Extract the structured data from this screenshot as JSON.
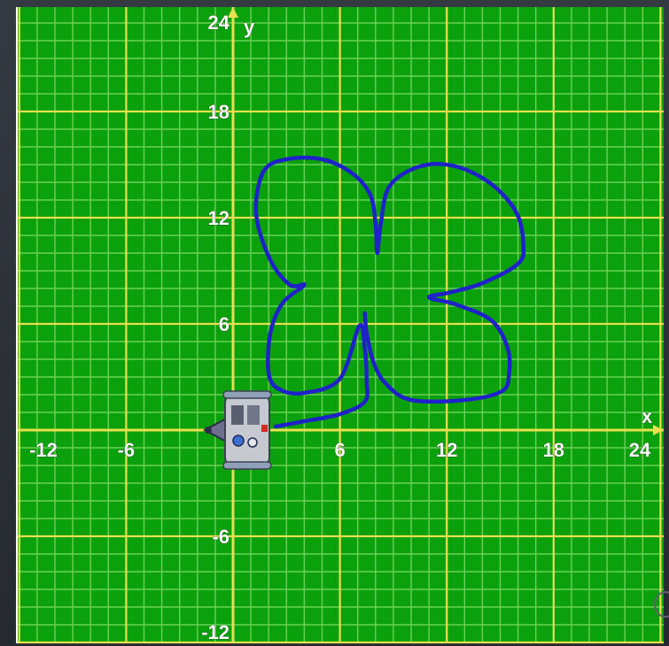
{
  "chart_data": {
    "type": "line",
    "xlabel": "x",
    "ylabel": "y",
    "xlim": [
      -12,
      24
    ],
    "ylim": [
      -12,
      24
    ],
    "x_ticks": [
      -12,
      -6,
      6,
      12,
      18,
      24
    ],
    "y_ticks": [
      24,
      18,
      12,
      6,
      -6,
      -12
    ],
    "x_tick_labels": [
      "-12",
      "-6",
      "6",
      "12",
      "18",
      "24"
    ],
    "y_tick_labels": [
      "24",
      "18",
      "12",
      "6",
      "-6",
      "-12"
    ],
    "minor_grid_step": 1,
    "major_grid_step": 6,
    "grid": true,
    "series": [
      {
        "x": [
          2.4,
          4,
          6,
          7.4,
          7.5,
          7.4,
          7.1,
          6,
          4,
          2.6,
          2,
          2.1,
          2.8,
          4,
          3.2,
          2.1,
          1.3,
          1.7,
          3,
          5,
          6.7,
          7.7,
          8,
          8.1,
          8.3,
          8.8,
          10.5,
          12.5,
          14.5,
          15.9,
          16.3,
          16,
          14,
          12.3,
          11,
          12.5,
          14.5,
          15.4,
          15.5,
          15.1,
          13,
          10,
          8.6,
          7.9,
          7.5,
          7.4
        ],
        "y": [
          0.2,
          0.5,
          0.9,
          1.6,
          2.8,
          4.6,
          5.9,
          2.9,
          2.1,
          2.3,
          3.2,
          5.5,
          7.2,
          8.2,
          8.2,
          9.6,
          12.2,
          14.6,
          15.3,
          15.3,
          14.5,
          13.3,
          11.7,
          10,
          11.7,
          13.8,
          14.9,
          14.9,
          13.9,
          12.3,
          10.5,
          9.4,
          8.3,
          7.8,
          7.5,
          7.1,
          6.2,
          4.7,
          3.2,
          2.2,
          1.7,
          1.7,
          2.6,
          3.8,
          5.5,
          6.6
        ]
      }
    ],
    "line_color": "#1f22c8",
    "plot_background": "#0aa10c",
    "minor_grid_color": "#6ccf5a",
    "major_grid_color": "#e8e04e"
  },
  "robot": {
    "icon": "robot-sprite-icon",
    "x": 0,
    "y": 0,
    "heading": "left"
  }
}
